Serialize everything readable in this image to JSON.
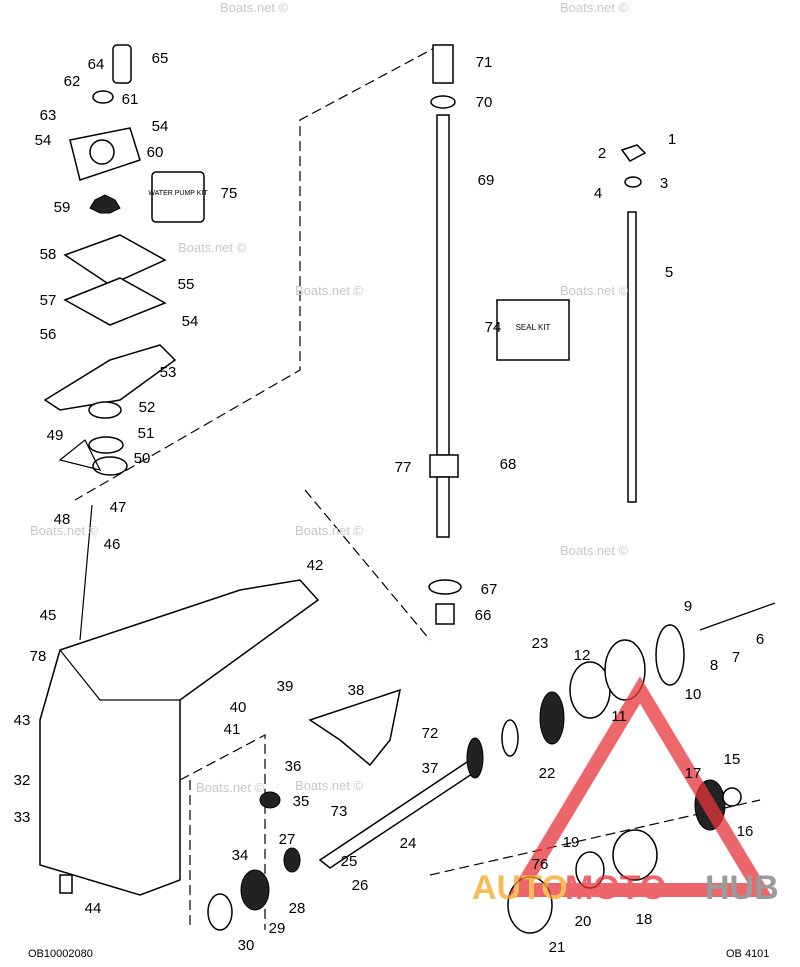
{
  "watermark": "Boats.net ©",
  "codes": {
    "left": "OB10002080",
    "right": "OB 4101"
  },
  "logo": {
    "part1": "AUTO",
    "part2": "MOTO",
    "part3": "HUB",
    "colors": [
      "#f5a623",
      "#e8343a",
      "#7a7a7a"
    ]
  },
  "kits": {
    "water_pump": "WATER PUMP KIT",
    "seal": "SEAL KIT"
  },
  "labels": [
    "65",
    "64",
    "62",
    "61",
    "63",
    "54",
    "54",
    "60",
    "75",
    "59",
    "58",
    "55",
    "57",
    "54",
    "56",
    "53",
    "52",
    "49",
    "51",
    "50",
    "48",
    "47",
    "46",
    "45",
    "42",
    "78",
    "43",
    "39",
    "40",
    "41",
    "38",
    "72",
    "36",
    "37",
    "32",
    "33",
    "35",
    "73",
    "34",
    "27",
    "25",
    "26",
    "24",
    "28",
    "29",
    "30",
    "44",
    "71",
    "70",
    "69",
    "74",
    "77",
    "68",
    "67",
    "66",
    "1",
    "2",
    "3",
    "4",
    "5",
    "23",
    "12",
    "9",
    "6",
    "7",
    "8",
    "10",
    "11",
    "22",
    "15",
    "17",
    "16",
    "19",
    "76",
    "20",
    "18",
    "21"
  ]
}
